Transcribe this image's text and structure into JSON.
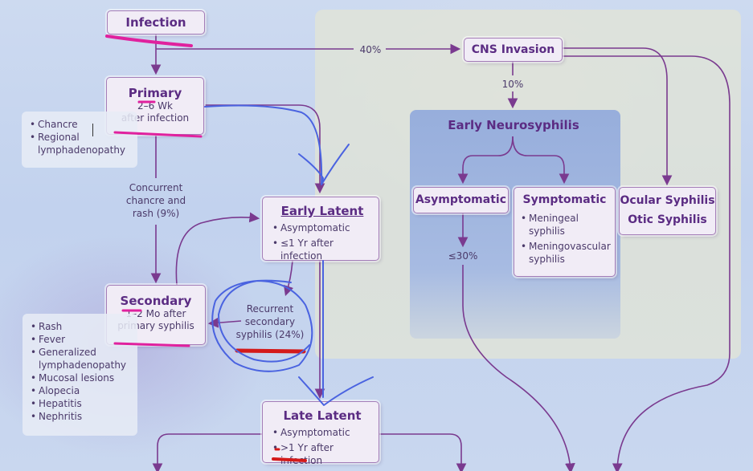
{
  "nodes": {
    "infection": {
      "title": "Infection"
    },
    "primary": {
      "title": "Primary",
      "sub1": "2–6 Wk",
      "sub2": "after infection"
    },
    "cns_invasion": {
      "title": "CNS Invasion"
    },
    "early_neuro": {
      "title": "Early Neurosyphilis"
    },
    "asymptomatic": {
      "title": "Asymptomatic"
    },
    "symptomatic": {
      "title": "Symptomatic",
      "items": [
        "Meningeal syphilis",
        "Meningovascular syphilis"
      ]
    },
    "ocular": {
      "line1": "Ocular Syphilis",
      "line2": "Otic Syphilis"
    },
    "early_latent": {
      "title": "Early Latent",
      "items": [
        "Asymptomatic",
        "≤1 Yr after infection"
      ]
    },
    "secondary": {
      "title": "Secondary",
      "sub1": "1–2 Mo after",
      "sub2": "primary syphilis"
    },
    "late_latent": {
      "title": "Late Latent",
      "items": [
        "Asymptomatic",
        ">1 Yr after infection"
      ]
    }
  },
  "side_lists": {
    "primary_signs": [
      "Chancre",
      "Regional lymphadenopathy"
    ],
    "secondary_signs": [
      "Rash",
      "Fever",
      "Generalized lymphadenopathy",
      "Mucosal lesions",
      "Alopecia",
      "Hepatitis",
      "Nephritis"
    ]
  },
  "edge_labels": {
    "to_cns": "40%",
    "cns_to_neuro": "10%",
    "asym_pct": "≤30%",
    "concurrent": [
      "Concurrent",
      "chancre and",
      "rash (9%)"
    ],
    "recurrent": [
      "Recurrent",
      "secondary",
      "syphilis (24%)"
    ]
  },
  "colors": {
    "box_border": "#a47db8",
    "title": "#5b2c83",
    "arrow": "#7a3a8f",
    "highlight_magenta": "#e0219e",
    "highlight_red": "#d41a1a",
    "pen_blue": "#4a63e0"
  }
}
